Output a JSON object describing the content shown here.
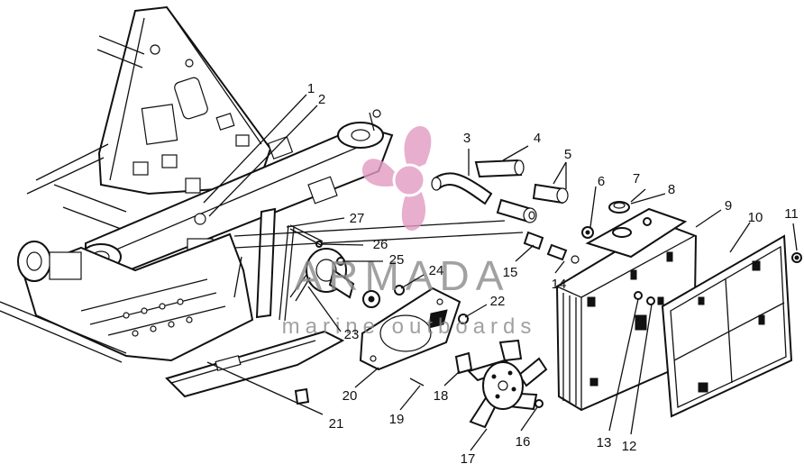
{
  "watermark": {
    "brand": "ARMADA",
    "tagline": "marine outboards",
    "logo_color": "#e39ac1",
    "text_color": "#8a8a8a"
  },
  "callouts": [
    {
      "id": "1",
      "text": "1"
    },
    {
      "id": "2",
      "text": "2"
    },
    {
      "id": "3",
      "text": "3"
    },
    {
      "id": "4",
      "text": "4"
    },
    {
      "id": "5",
      "text": "5"
    },
    {
      "id": "6",
      "text": "6"
    },
    {
      "id": "7",
      "text": "7"
    },
    {
      "id": "8",
      "text": "8"
    },
    {
      "id": "9",
      "text": "9"
    },
    {
      "id": "10",
      "text": "10"
    },
    {
      "id": "11",
      "text": "11"
    },
    {
      "id": "12",
      "text": "12"
    },
    {
      "id": "13",
      "text": "13"
    },
    {
      "id": "14",
      "text": "14"
    },
    {
      "id": "15",
      "text": "15"
    },
    {
      "id": "16",
      "text": "16"
    },
    {
      "id": "17",
      "text": "17"
    },
    {
      "id": "18",
      "text": "18"
    },
    {
      "id": "19",
      "text": "19"
    },
    {
      "id": "20",
      "text": "20"
    },
    {
      "id": "21",
      "text": "21"
    },
    {
      "id": "22",
      "text": "22"
    },
    {
      "id": "23",
      "text": "23"
    },
    {
      "id": "24",
      "text": "24"
    },
    {
      "id": "25",
      "text": "25"
    },
    {
      "id": "26",
      "text": "26"
    },
    {
      "id": "27",
      "text": "27"
    }
  ]
}
